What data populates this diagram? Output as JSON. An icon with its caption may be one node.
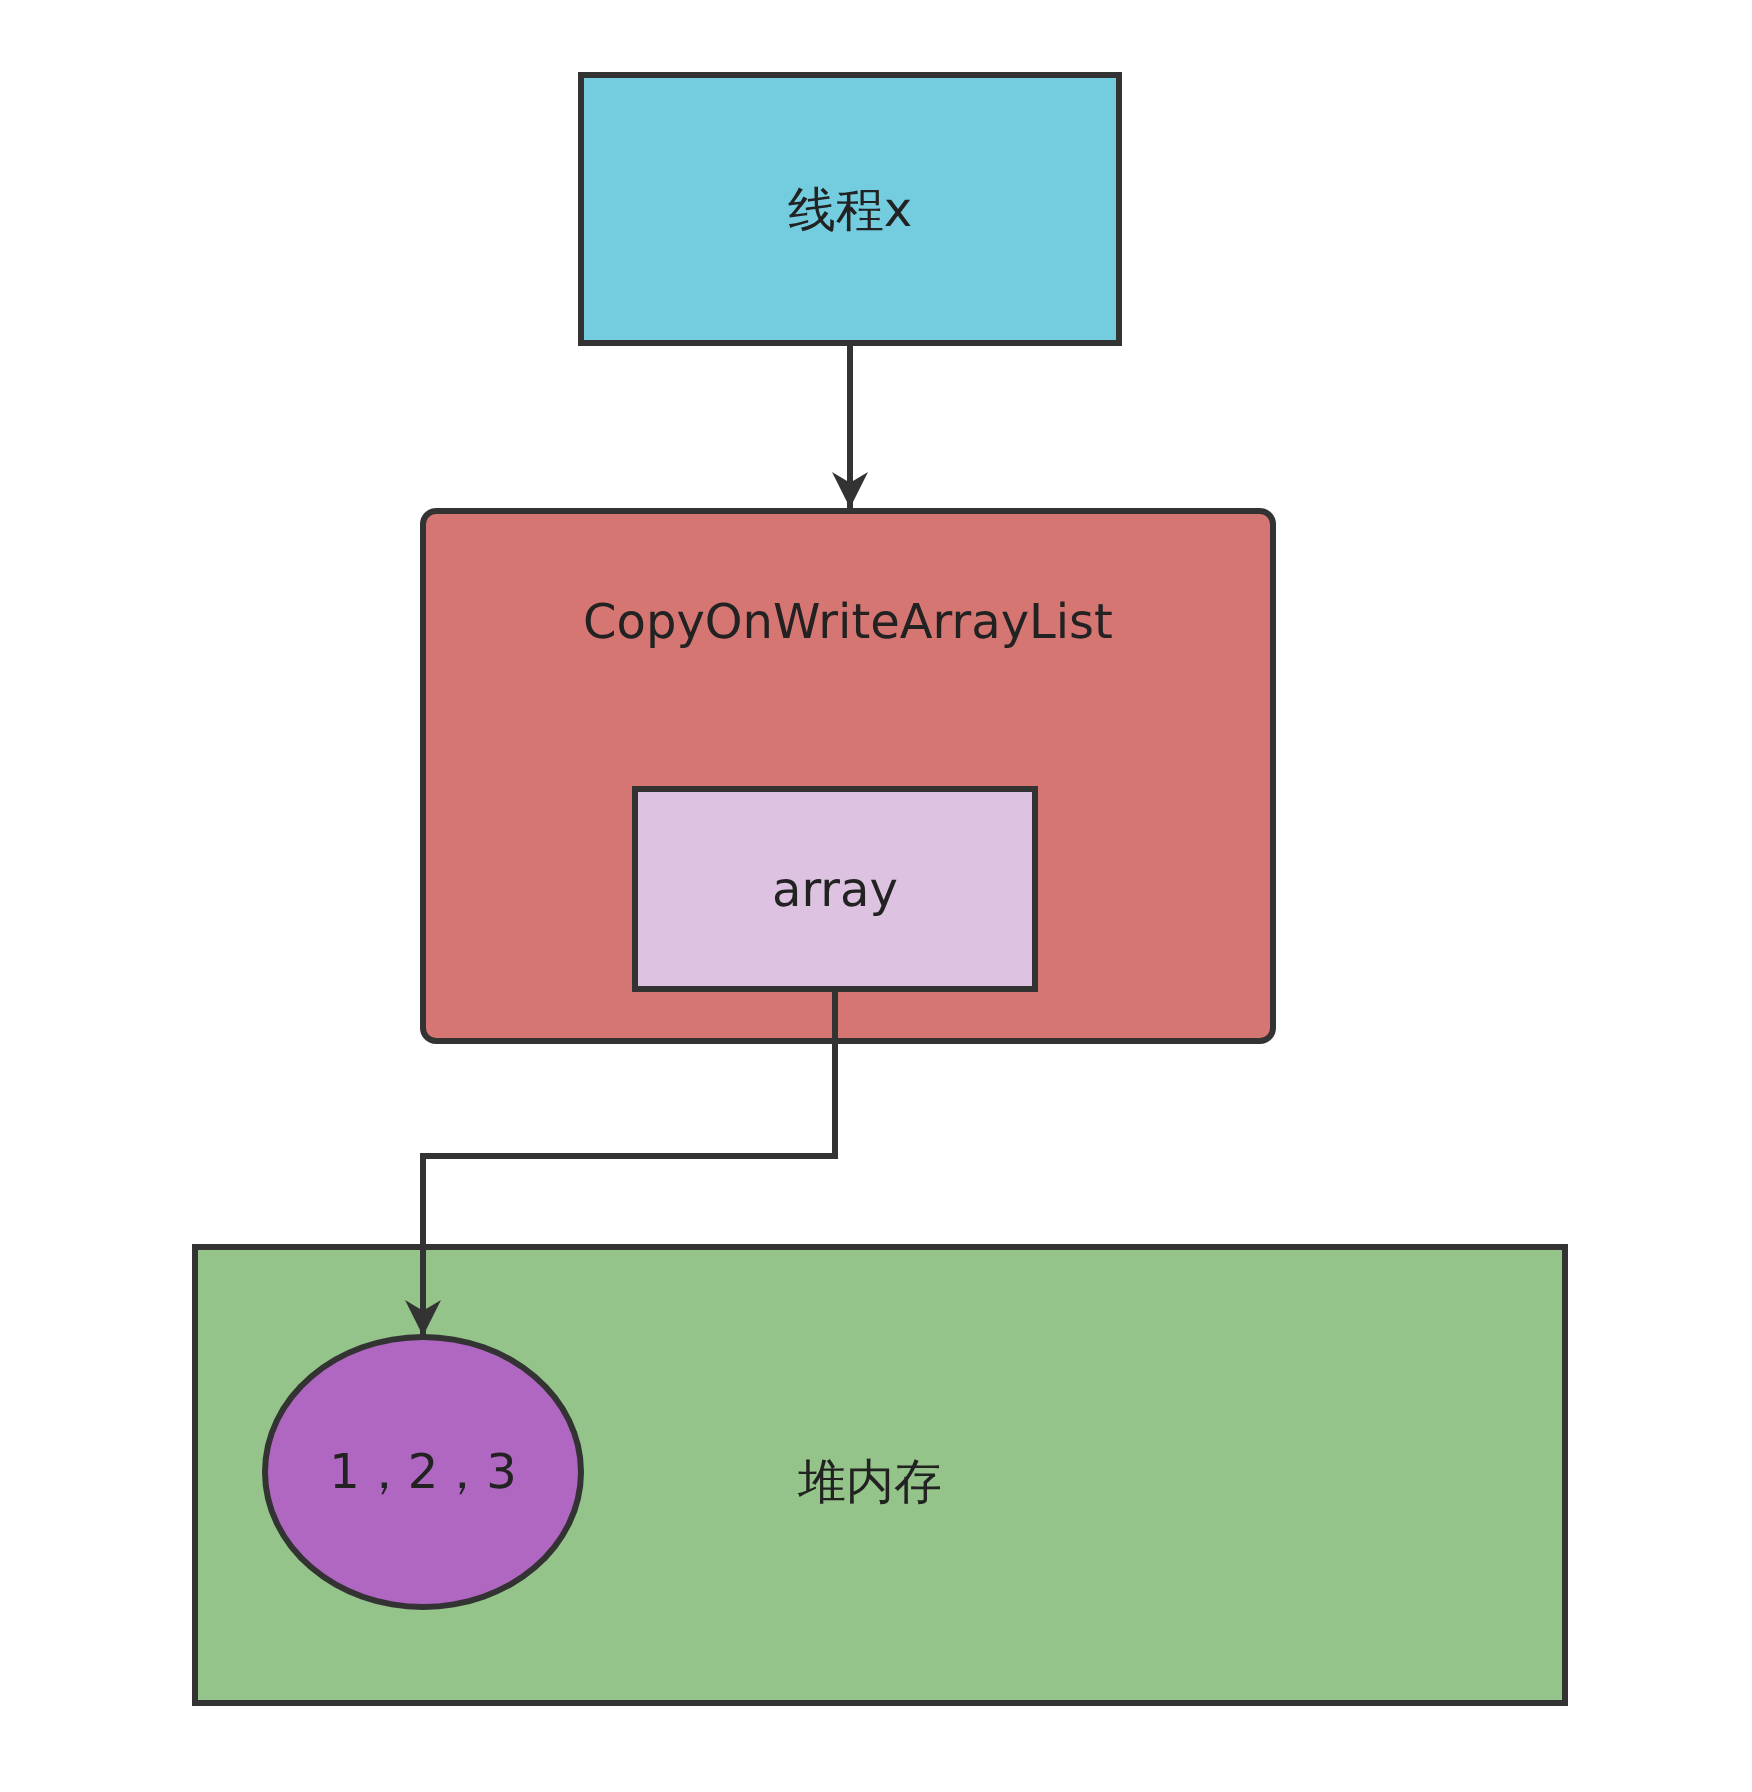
{
  "diagram": {
    "nodes": [
      {
        "text": [
          "线程x"
        ]
      },
      {
        "text": [
          "CopyOnWriteArrayList"
        ]
      },
      {
        "text": [
          "array"
        ],
        "in": 1
      },
      {
        "text": [
          "堆内存"
        ]
      },
      {
        "text": [
          "1，2，3"
        ],
        "in": 3
      }
    ],
    "edges": [
      {
        "from": 0,
        "to": 1,
        "arrow": "to"
      },
      {
        "from": 2,
        "to": 4,
        "arrow": "to"
      }
    ]
  }
}
